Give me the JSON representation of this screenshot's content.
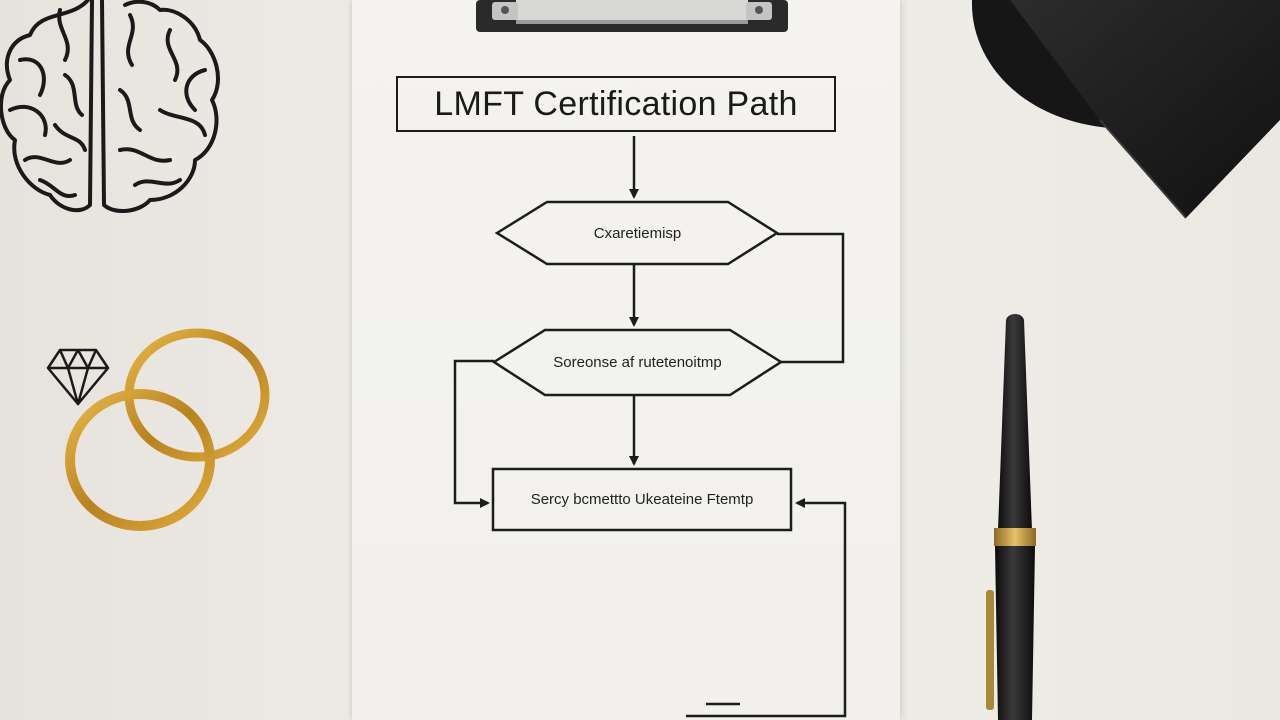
{
  "diagram": {
    "title": "LMFT Certification Path",
    "nodes": [
      {
        "id": "n1",
        "shape": "hexagon",
        "label": "Cxaretiemisp"
      },
      {
        "id": "n2",
        "shape": "hexagon",
        "label": "Soreonse af rutetenoitmp"
      },
      {
        "id": "n3",
        "shape": "rectangle",
        "label": "Sercy bcmettto Ukeateine Ftemtp"
      }
    ],
    "edges": [
      {
        "from": "title",
        "to": "n1"
      },
      {
        "from": "n1",
        "to": "n2"
      },
      {
        "from": "n2",
        "to": "n3"
      },
      {
        "from": "n1",
        "to": "n2",
        "route": "right-loop"
      },
      {
        "from": "n2",
        "to": "n3",
        "route": "left-loop"
      },
      {
        "from": "bottom",
        "to": "n3",
        "route": "right-return"
      }
    ]
  },
  "props": [
    {
      "name": "brain-illustration"
    },
    {
      "name": "diamond-ring-outline"
    },
    {
      "name": "gold-wedding-rings",
      "color": "#c8952e"
    },
    {
      "name": "graduation-cap",
      "color": "#1a1a1a"
    },
    {
      "name": "fountain-pen",
      "color": "#121212"
    }
  ],
  "colors": {
    "desk": "#ebe8e2",
    "paper": "#f3f2ee",
    "ink": "#1c1c1c",
    "gold": "#c8952e",
    "clip": "#2a2a2a"
  }
}
